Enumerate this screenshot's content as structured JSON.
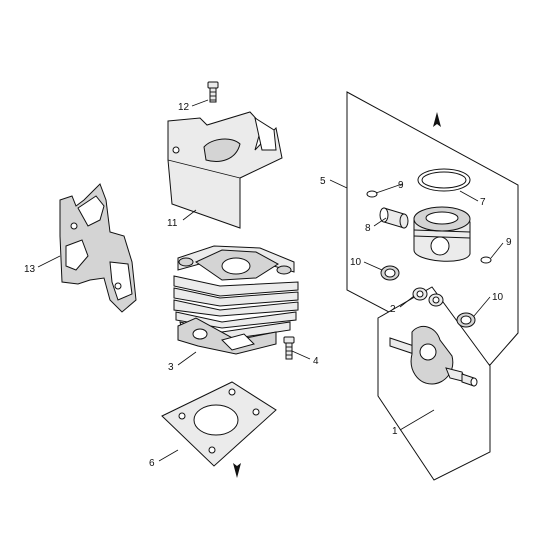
{
  "callouts": [
    "1",
    "2",
    "3",
    "4",
    "5",
    "6",
    "7",
    "8",
    "9",
    "9",
    "10",
    "10",
    "11",
    "12",
    "13"
  ]
}
